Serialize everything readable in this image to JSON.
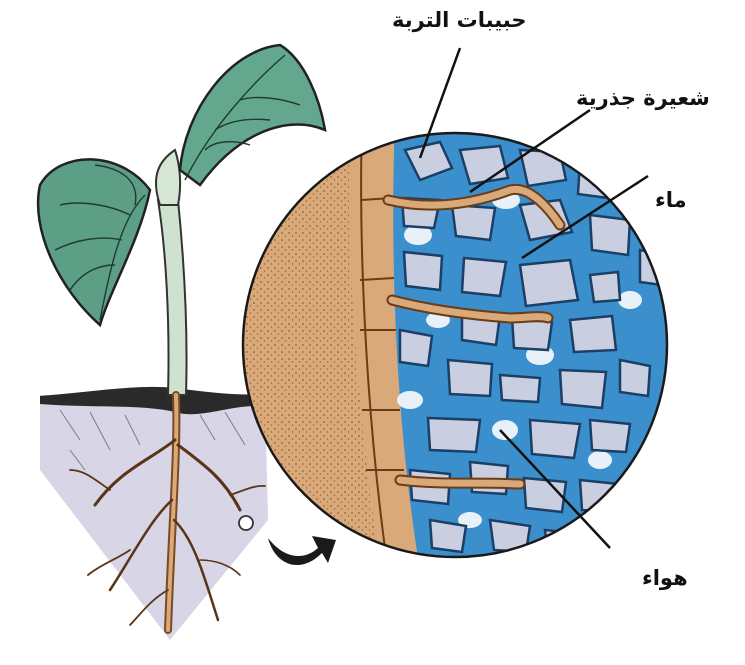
{
  "labels": {
    "soil_particles": "حبيبات التربة",
    "root_hair": "شعيرة جذرية",
    "water": "ماء",
    "air": "هواء"
  },
  "colors": {
    "water": "#3b8fcc",
    "soil_particle": "#c9cfe0",
    "root_tissue": "#d9a97a",
    "leaf": "#5e9e86",
    "stem": "#c9ddc9",
    "soil_background": "#d4d2e4"
  }
}
